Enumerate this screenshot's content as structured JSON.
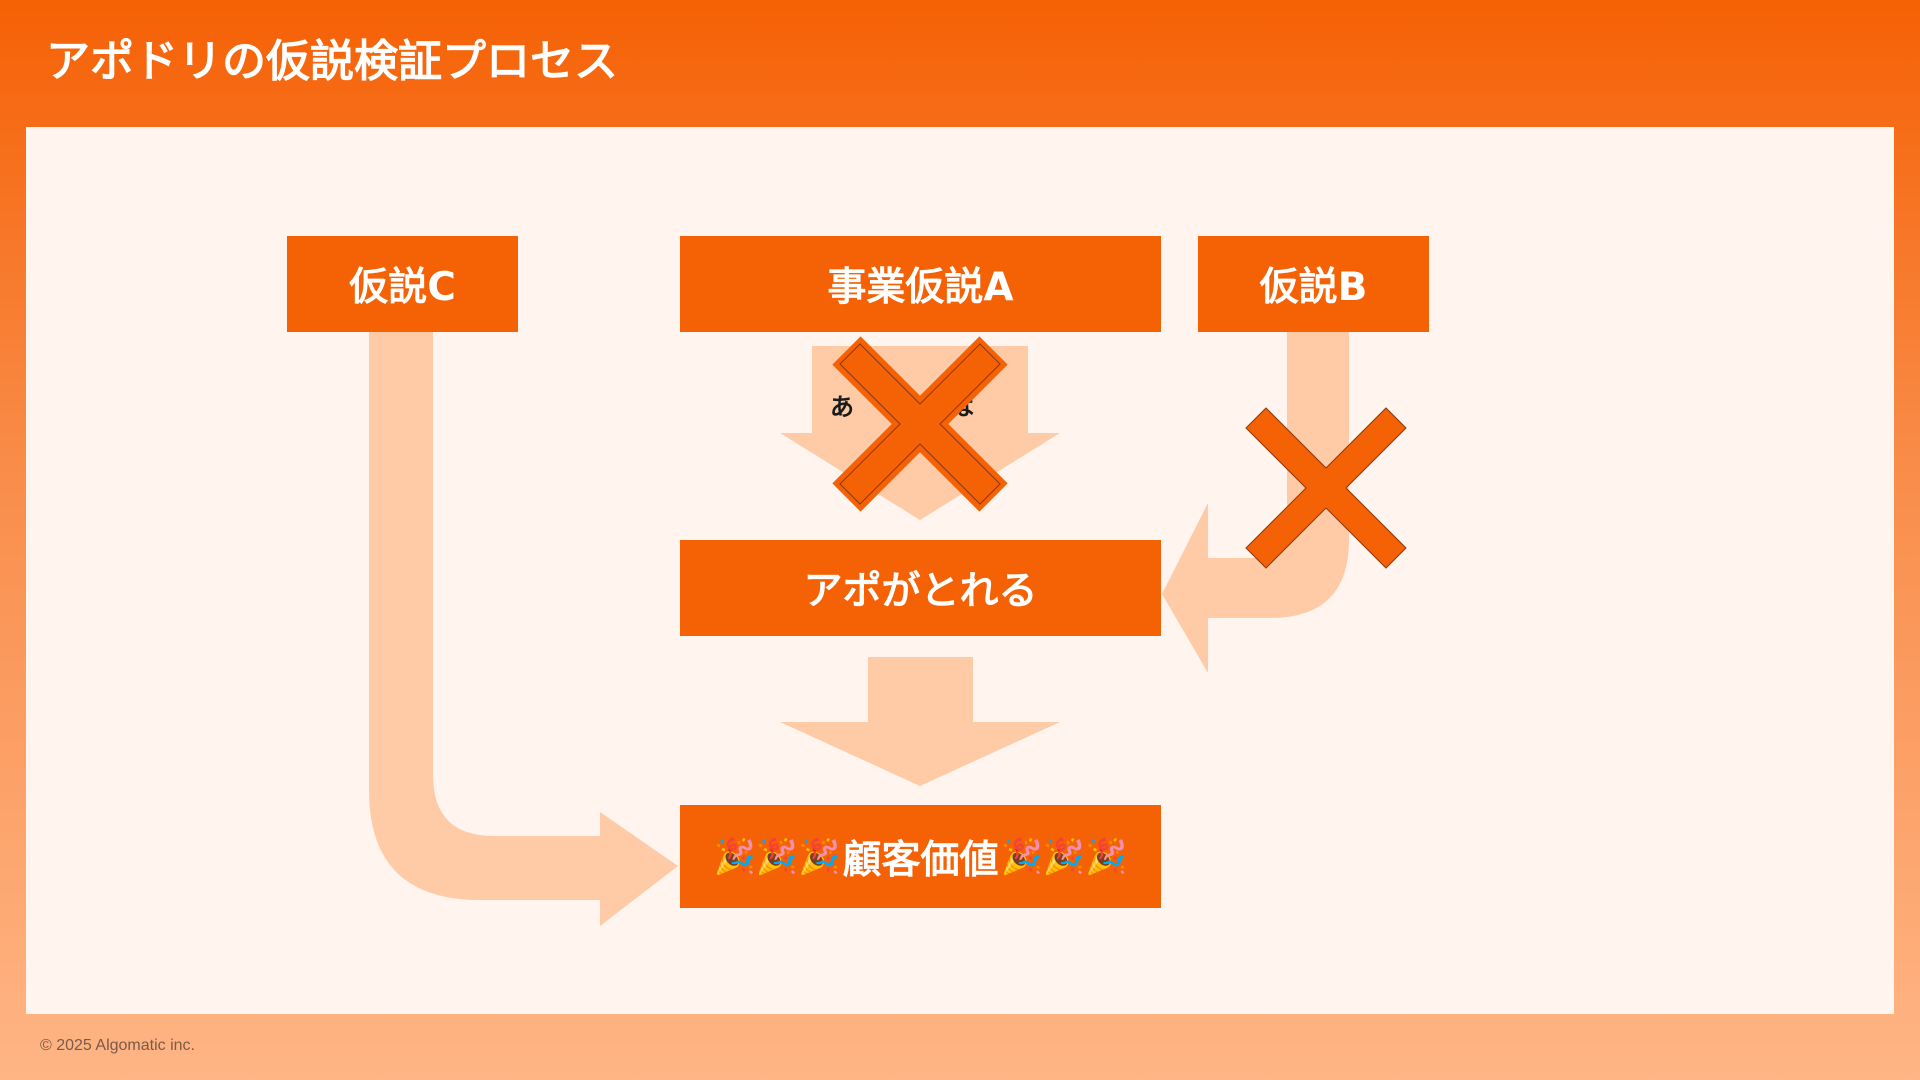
{
  "slide": {
    "title": "アポドリの仮説検証プロセス",
    "footer": "© 2025 Algomatic inc."
  },
  "diagram": {
    "nodes": {
      "hypothesis_c": "仮説C",
      "business_hypothesis_a": "事業仮説A",
      "hypothesis_b": "仮説B",
      "get_appointment": "アポがとれる",
      "customer_value": "顧客価値",
      "party_emoji": "🎉🎉🎉"
    },
    "crossed_label": "あ　　　　は",
    "colors": {
      "accent": "#F56105",
      "arrow": "#FFCBA7",
      "panel": "#FFF4EE"
    },
    "rejected_paths": [
      "business_hypothesis_a",
      "hypothesis_b"
    ]
  }
}
